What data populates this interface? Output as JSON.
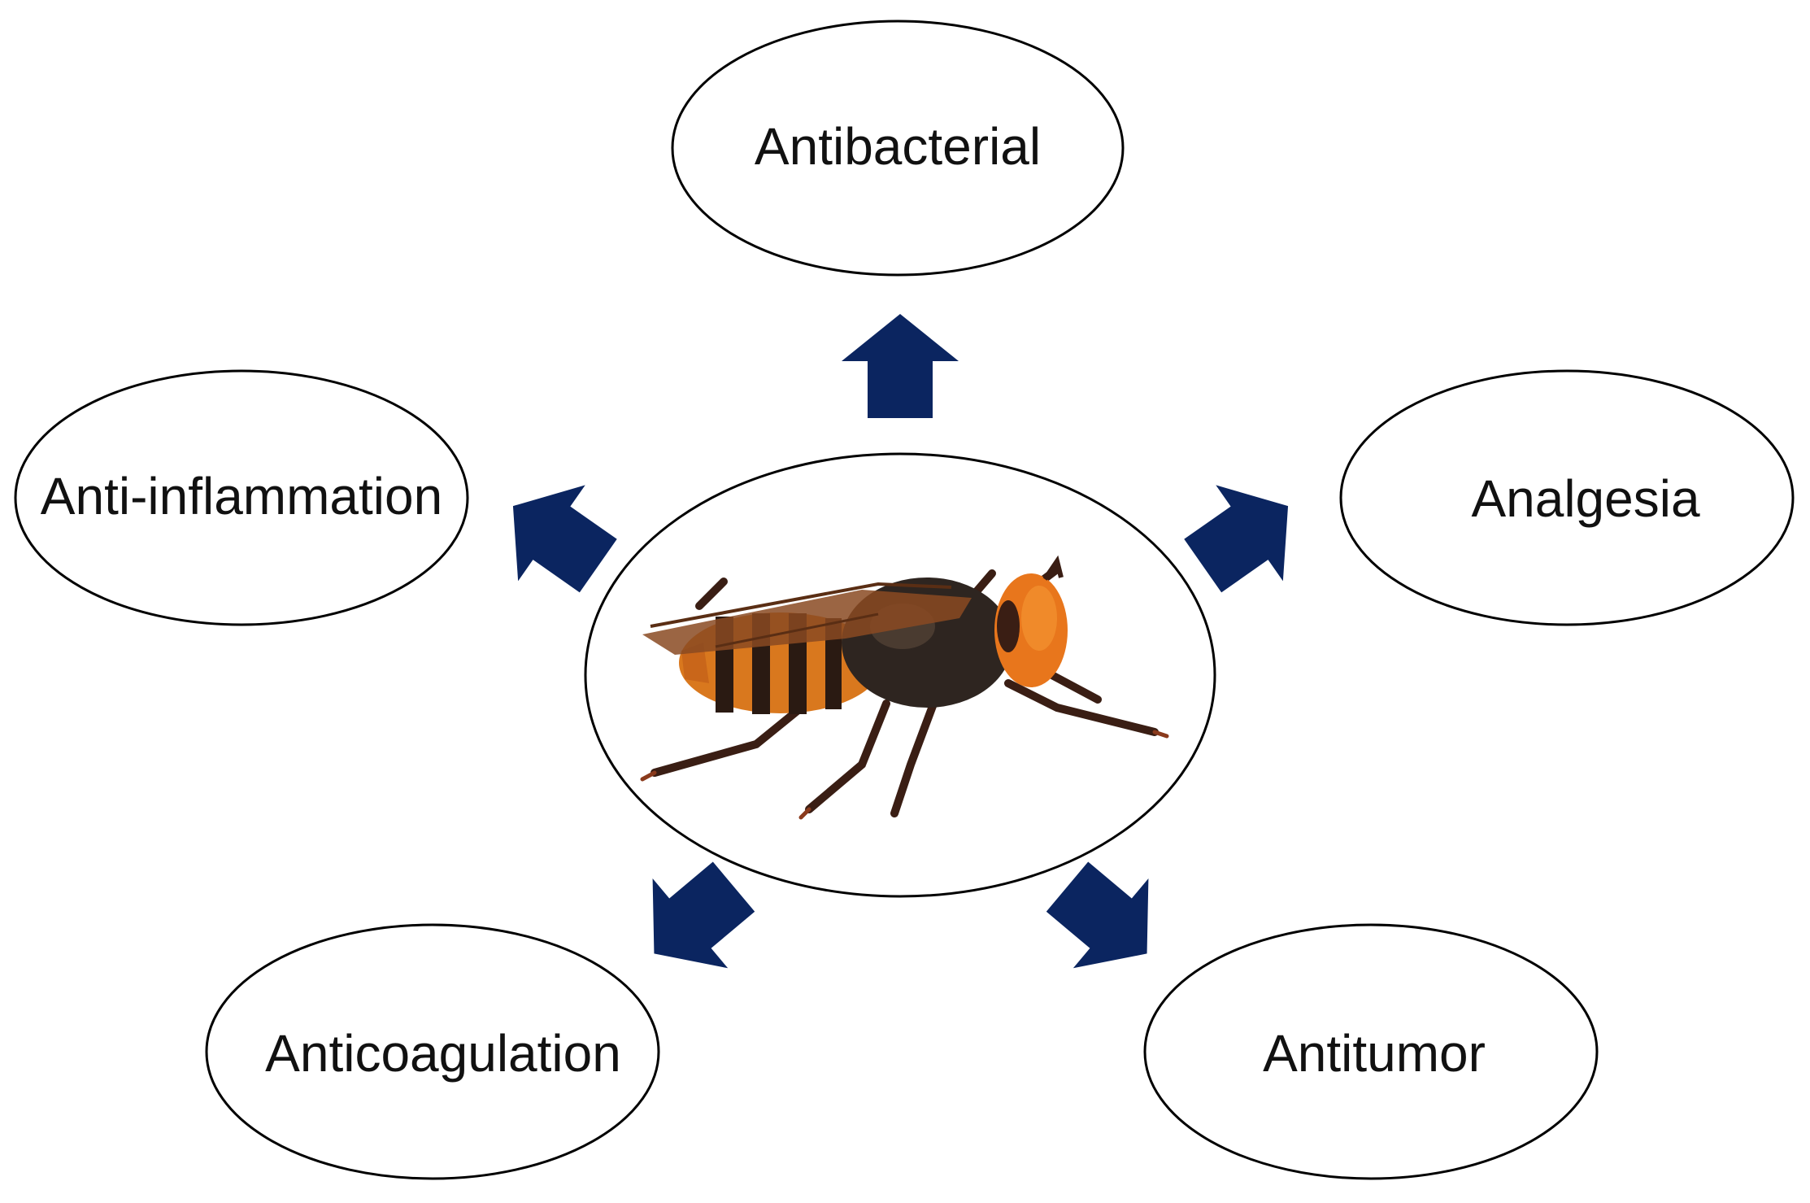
{
  "colors": {
    "arrow": "#0b2560",
    "ellipse_stroke": "#000000",
    "ellipse_fill": "#ffffff",
    "text": "#111111"
  },
  "center": {
    "image": "hornet-photo"
  },
  "effects": [
    {
      "id": "antibacterial",
      "label": "Antibacterial"
    },
    {
      "id": "anti-inflammation",
      "label": "Anti-inflammation"
    },
    {
      "id": "analgesia",
      "label": "Analgesia"
    },
    {
      "id": "anticoagulation",
      "label": "Anticoagulation"
    },
    {
      "id": "antitumor",
      "label": "Antitumor"
    }
  ]
}
